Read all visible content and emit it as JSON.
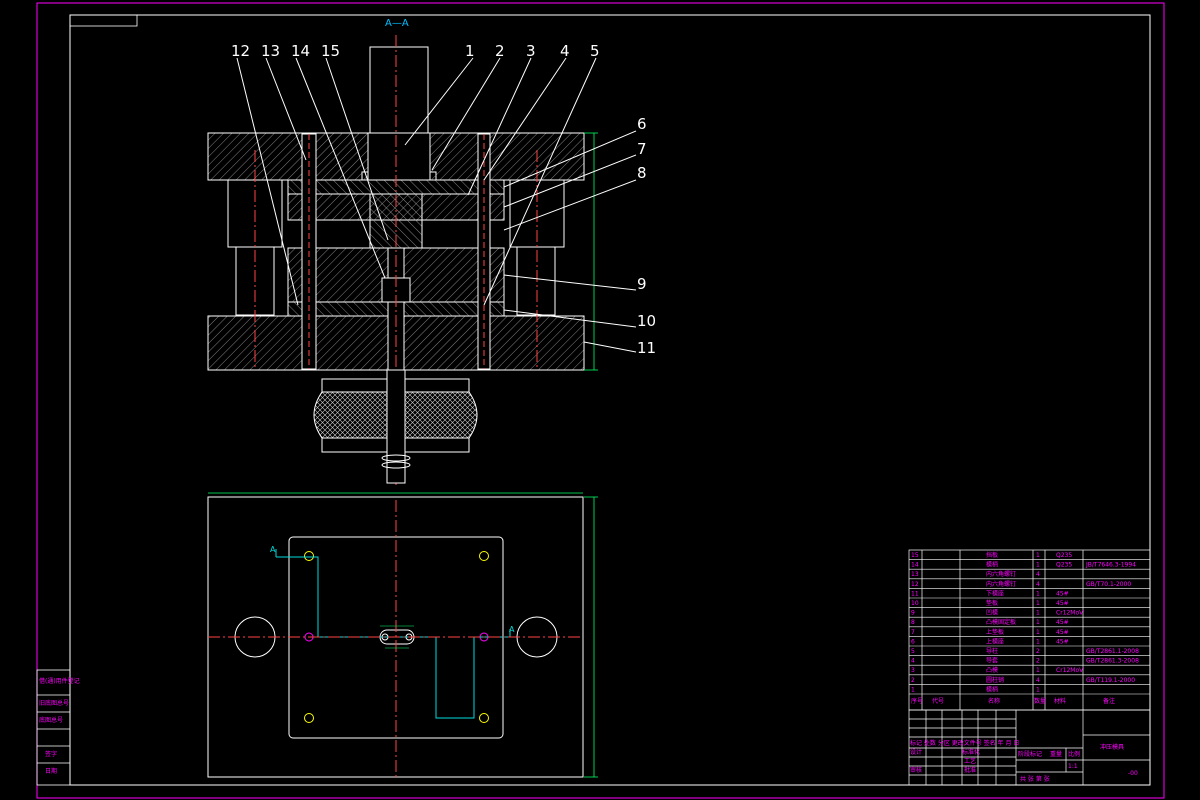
{
  "section_label": "A—A",
  "cut_marker": "A",
  "callouts": [
    "1",
    "2",
    "3",
    "4",
    "5",
    "6",
    "7",
    "8",
    "9",
    "10",
    "11",
    "12",
    "13",
    "14",
    "15"
  ],
  "bom_rows": [
    {
      "no": "15",
      "name": "挡板",
      "qty": "1",
      "mat": "Q235",
      "std": ""
    },
    {
      "no": "14",
      "name": "模柄",
      "qty": "1",
      "mat": "Q235",
      "std": "JB/T7646.3-1994"
    },
    {
      "no": "13",
      "name": "内六角螺钉",
      "qty": "4",
      "mat": "",
      "std": ""
    },
    {
      "no": "12",
      "name": "内六角螺钉",
      "qty": "4",
      "mat": "",
      "std": "GB/T70.1-2000"
    },
    {
      "no": "11",
      "name": "下模座",
      "qty": "1",
      "mat": "45#",
      "std": ""
    },
    {
      "no": "10",
      "name": "垫板",
      "qty": "1",
      "mat": "45#",
      "std": ""
    },
    {
      "no": "9",
      "name": "凹模",
      "qty": "1",
      "mat": "Cr12MoV",
      "std": ""
    },
    {
      "no": "8",
      "name": "凸模固定板",
      "qty": "1",
      "mat": "45#",
      "std": ""
    },
    {
      "no": "7",
      "name": "上垫板",
      "qty": "1",
      "mat": "45#",
      "std": ""
    },
    {
      "no": "6",
      "name": "上模座",
      "qty": "1",
      "mat": "45#",
      "std": ""
    },
    {
      "no": "5",
      "name": "导柱",
      "qty": "2",
      "mat": "",
      "std": "GB/T2861.1-2008"
    },
    {
      "no": "4",
      "name": "导套",
      "qty": "2",
      "mat": "",
      "std": "GB/T2861.3-2008"
    },
    {
      "no": "3",
      "name": "凸模",
      "qty": "1",
      "mat": "Cr12MoV",
      "std": ""
    },
    {
      "no": "2",
      "name": "圆柱销",
      "qty": "4",
      "mat": "",
      "std": "GB/T119.1-2000"
    },
    {
      "no": "1",
      "name": "模柄",
      "qty": "1",
      "mat": "",
      "std": ""
    }
  ],
  "bom_header": {
    "no": "序号",
    "code": "代号",
    "name": "名称",
    "qty": "数量",
    "mat": "材料",
    "note": "备注"
  },
  "title_block": {
    "title": "冲压模具",
    "drawing_no": "-00",
    "mark_row": "标记 处数 分区 更改文件号 签名 年 月 日",
    "designer": "设计",
    "standard": "标准化",
    "review": "审核",
    "craft": "工艺",
    "approve": "批准",
    "stage": "阶段标记",
    "weight": "重量",
    "scale": "比例",
    "scale_val": "1:1",
    "sheet": "共 张 第 张"
  },
  "left_strip": [
    "借(通)用件登记",
    "旧底图总号",
    "底图总号",
    "签字",
    "日期"
  ]
}
